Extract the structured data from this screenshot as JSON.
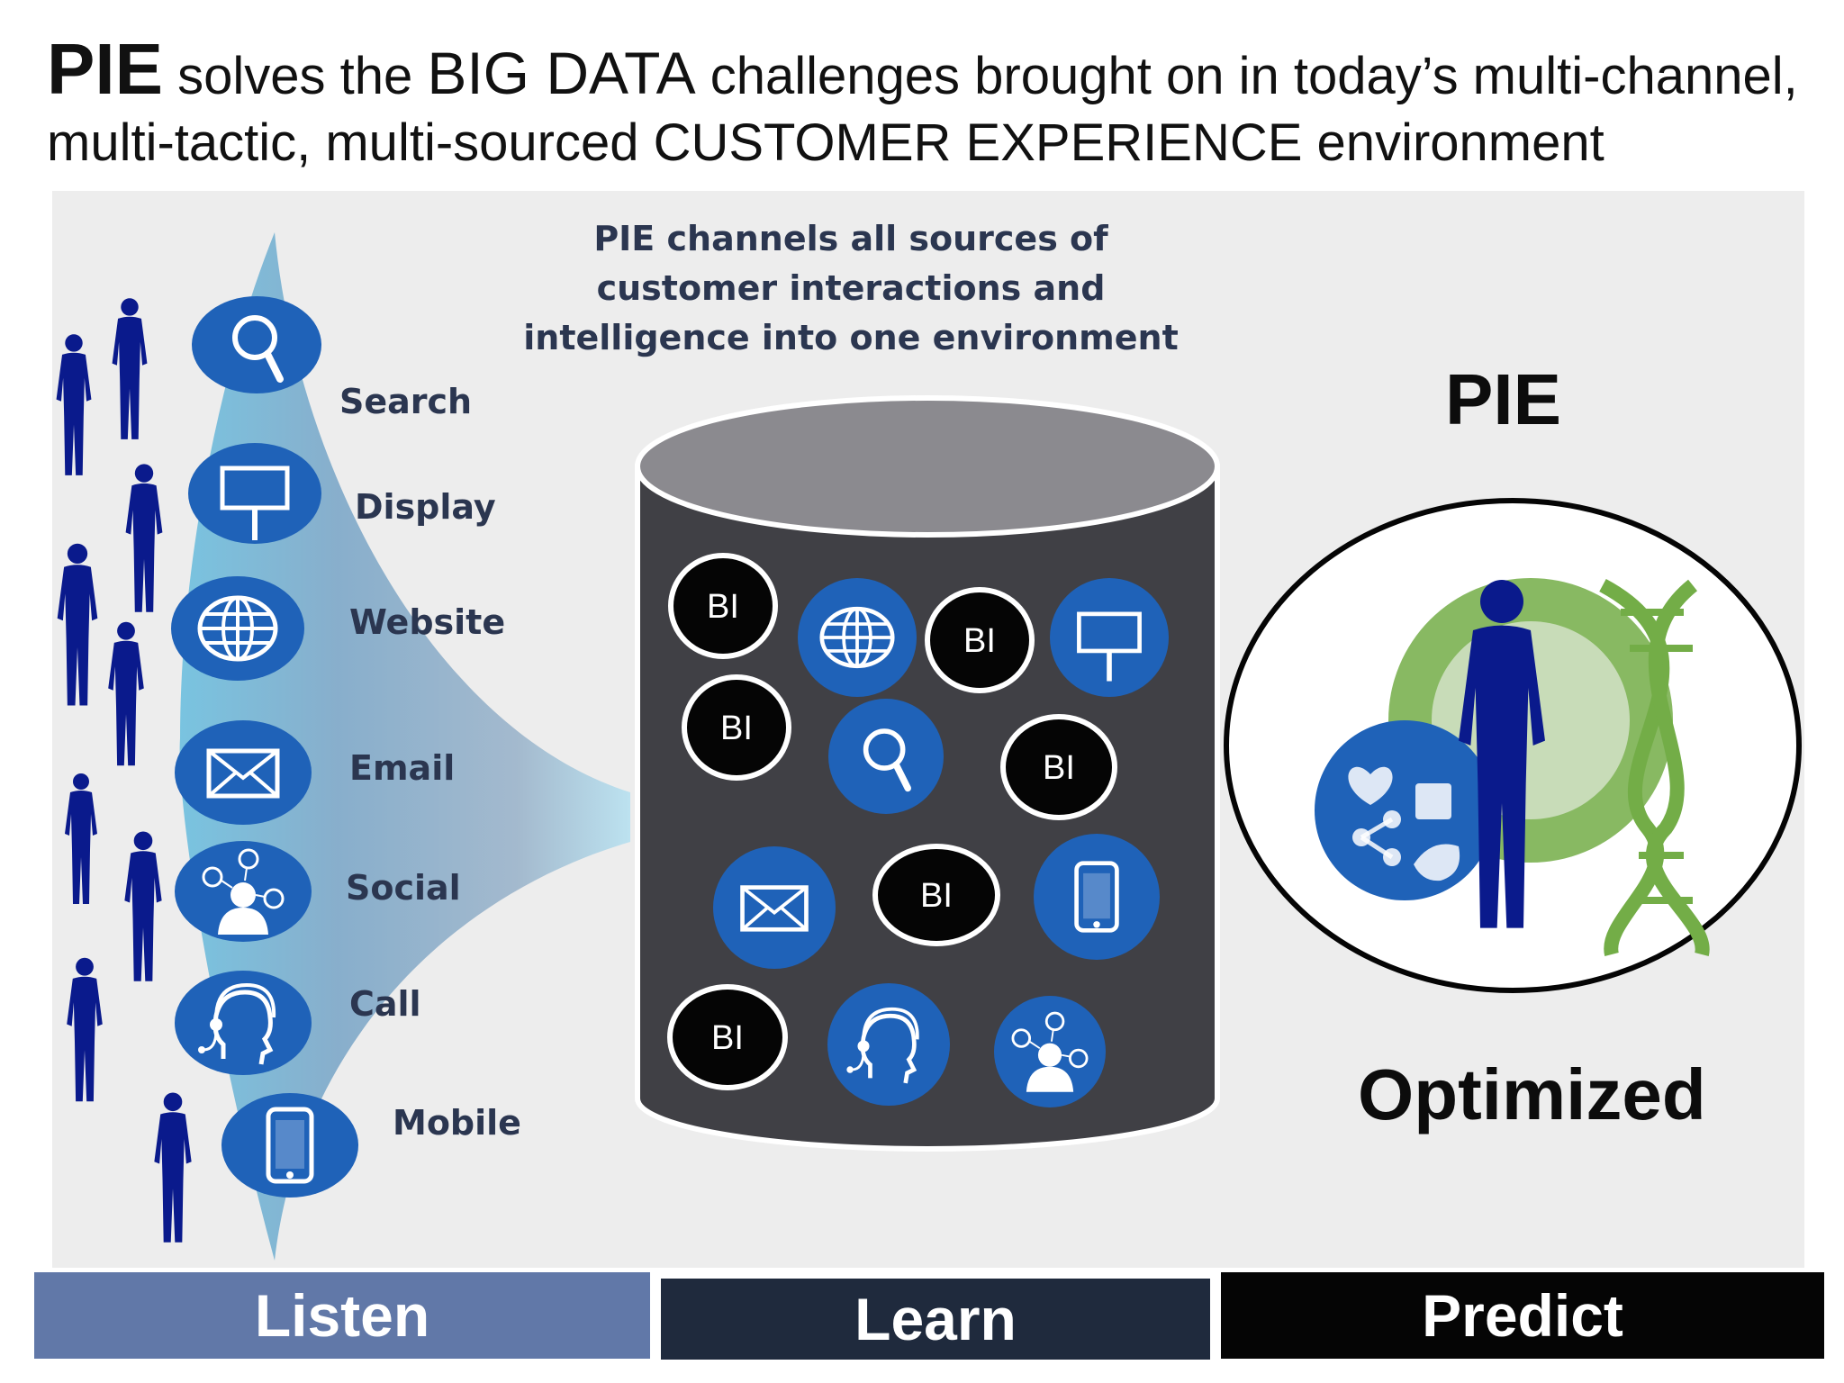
{
  "headline": {
    "pie": "PIE",
    "part1": " solves the ",
    "big_data": "BIG DATA",
    "part2": " challenges brought on in today’s multi-channel, multi-tactic, multi-sourced CUSTOMER EXPERIENCE environment"
  },
  "caption": "PIE channels all sources of customer interactions and intelligence into one environment",
  "channels": [
    "Search",
    "Display",
    "Website",
    "Email",
    "Social",
    "Call",
    "Mobile"
  ],
  "bi_label": "BI",
  "right": {
    "title": "PIE",
    "subtitle": "Optimized"
  },
  "bars": {
    "listen": "Listen",
    "learn": "Learn",
    "predict": "Predict"
  },
  "colors": {
    "icon_blue": "#1f62b8",
    "figure_navy": "#0a1a8c",
    "funnel_light": "#8ecde4",
    "cylinder_body": "#404045",
    "cylinder_top": "#8b8a8f",
    "dna_green": "#73ad47"
  },
  "icons": {
    "channel_icons": [
      "search-icon",
      "billboard-icon",
      "globe-icon",
      "envelope-icon",
      "social-network-icon",
      "headset-icon",
      "smartphone-icon"
    ],
    "right_icons": [
      "social-media-icon",
      "dna-icon",
      "person-silhouette-icon"
    ]
  }
}
